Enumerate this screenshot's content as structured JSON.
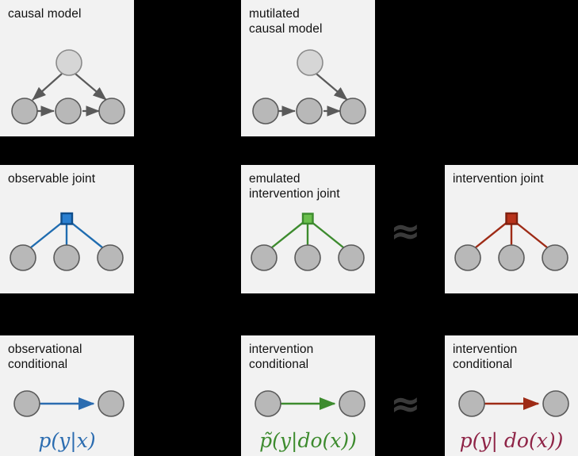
{
  "figure": {
    "background_color": "#000000",
    "panel_color": "#f2f2f2",
    "node_fill": "#b8b8b8",
    "node_fill_light": "#d6d6d6",
    "node_stroke": "#5a5a5a",
    "edge_color": "#5a5a5a"
  },
  "panels": {
    "causal_model": {
      "title": "causal model"
    },
    "mutilated_causal_model": {
      "title": "mutilated\ncausal model"
    },
    "observable_joint": {
      "title": "observable joint",
      "accent": "#1f6cb0"
    },
    "emulated_intervention_joint": {
      "title": "emulated\nintervention joint",
      "accent": "#3d8b2e"
    },
    "intervention_joint": {
      "title": "intervention joint",
      "accent": "#9e2b16"
    },
    "observational_conditional": {
      "title": "observational\nconditional",
      "accent": "#2b6cb0",
      "formula": "p(y|x)"
    },
    "intervention_conditional_emulated": {
      "title": "intervention\nconditional",
      "accent": "#3d8b2e",
      "formula": "p̃(y|do(x))"
    },
    "intervention_conditional_true": {
      "title": "intervention\nconditional",
      "accent": "#9e2b16",
      "formula": "p(y| do(x))"
    }
  },
  "relations": {
    "approx_symbol": "≈",
    "approx_color": "#3a3a3a",
    "row_middle_label": "≈",
    "row_bottom_label": "≈"
  }
}
